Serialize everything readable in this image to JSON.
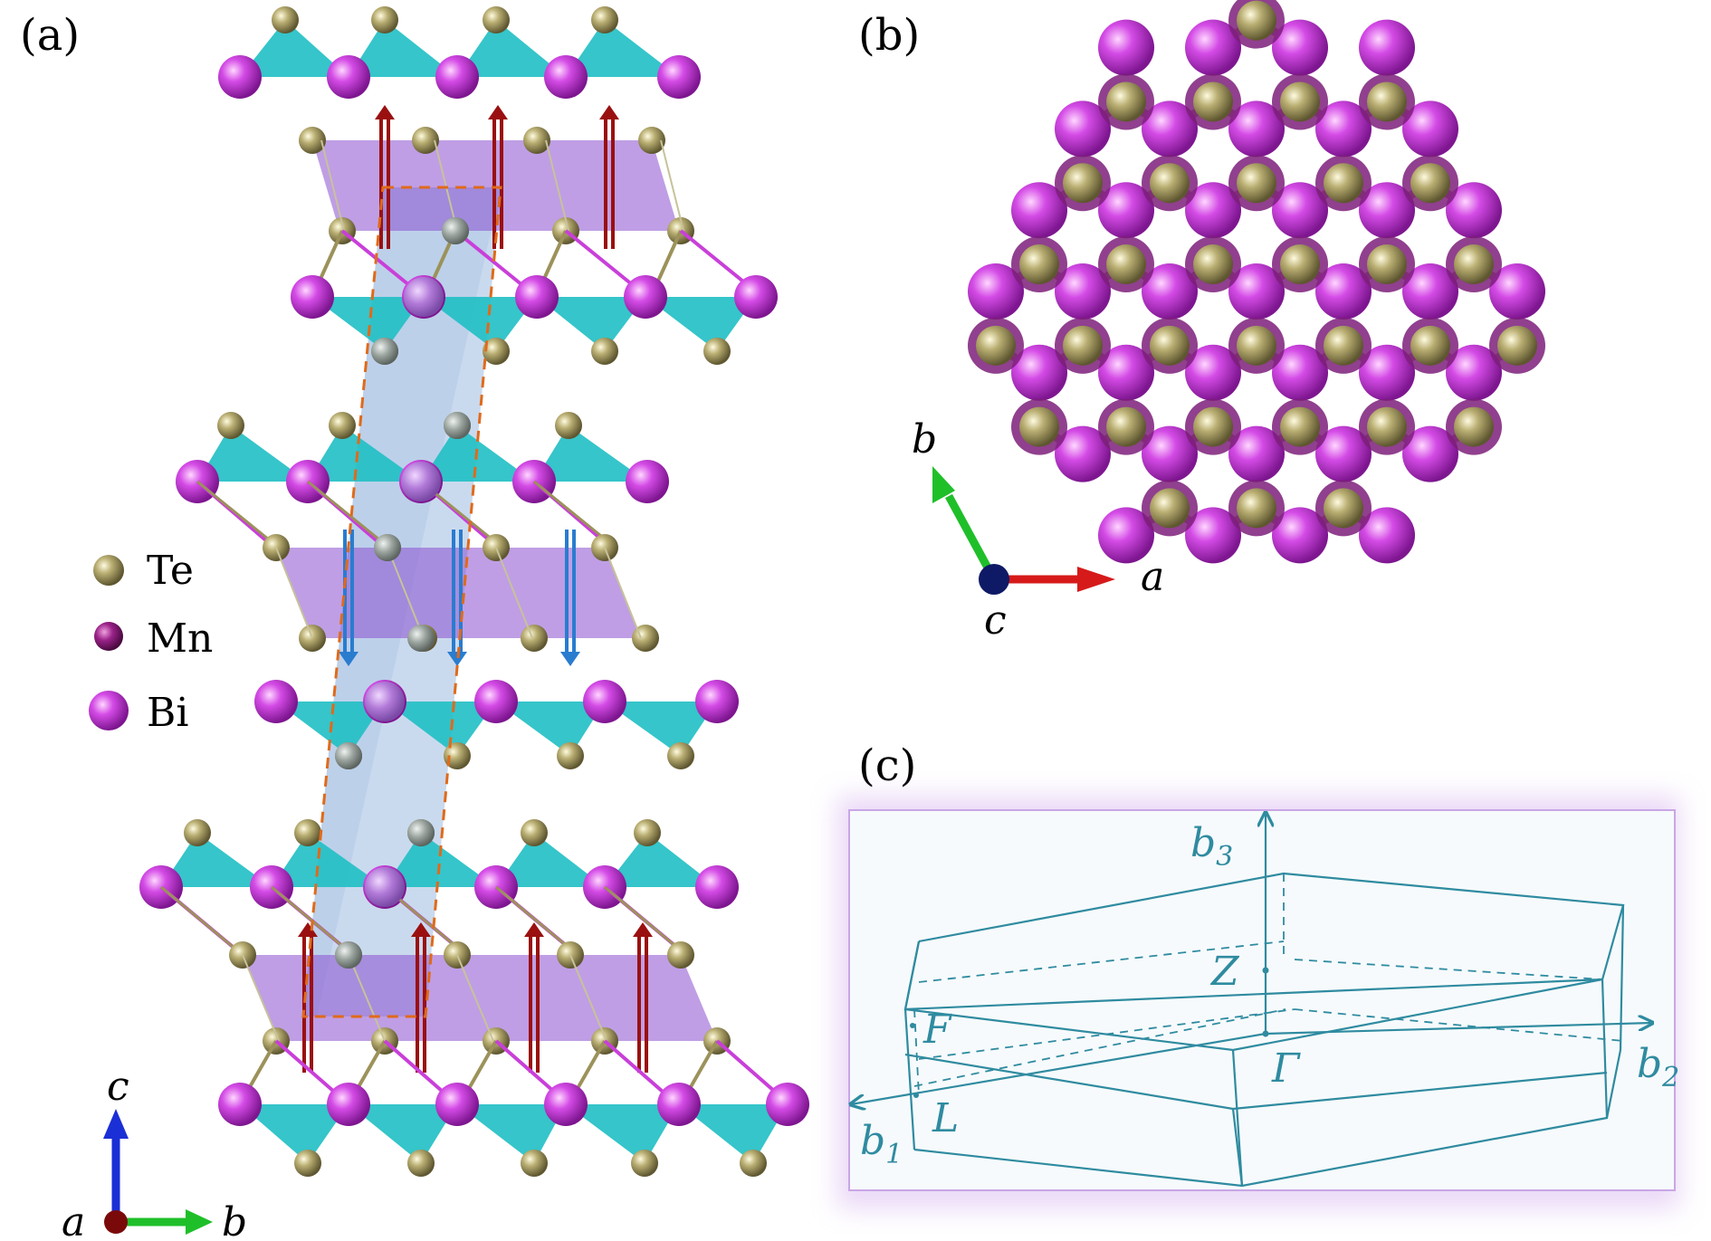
{
  "panels": {
    "a": {
      "label": "(a)"
    },
    "b": {
      "label": "(b)"
    },
    "c": {
      "label": "(c)"
    }
  },
  "legend": [
    {
      "element": "Te",
      "color": "#9c925a"
    },
    {
      "element": "Mn",
      "color": "#8b1a7a"
    },
    {
      "element": "Bi",
      "color": "#c93fd9"
    }
  ],
  "colors": {
    "te": "#9c925a",
    "mn": "#8b1a7a",
    "bi": "#c93fd9",
    "octahedron": "#8a4fd0",
    "tetra_face": "#1fbfc4",
    "unit_cell_fill": "#b8cde8",
    "unit_cell_border": "#e06a1a",
    "spin_up": "#9a1010",
    "spin_down": "#2a7ccf",
    "bz_line": "#2f8ba0",
    "bz_frame": "#c9a6e6"
  },
  "axes_a": {
    "c": "c",
    "a": "a",
    "b": "b"
  },
  "axes_b": {
    "b": "b",
    "a": "a",
    "c": "c"
  },
  "bz_labels": {
    "b1": "b",
    "b1_sub": "1",
    "b2": "b",
    "b2_sub": "2",
    "b3": "b",
    "b3_sub": "3",
    "Z": "Z",
    "F": "F",
    "L": "L",
    "Gamma": "Γ"
  }
}
